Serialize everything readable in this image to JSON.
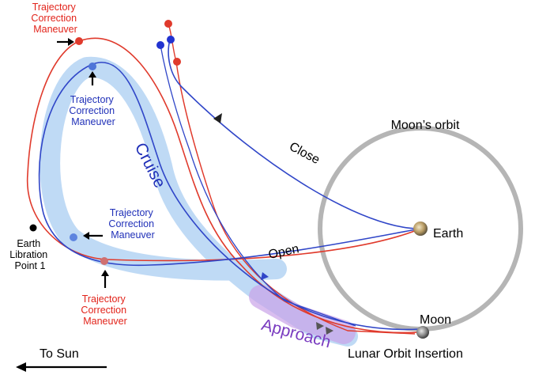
{
  "labels": {
    "tcm_red_top": [
      "Trajectory",
      "Correction",
      "Maneuver"
    ],
    "tcm_blue_top": [
      "Trajectory",
      "Correction",
      "Maneuver"
    ],
    "tcm_blue_mid": [
      "Trajectory",
      "Correction",
      "Maneuver"
    ],
    "tcm_red_bottom": [
      "Trajectory",
      "Correction",
      "Maneuver"
    ],
    "libration_point": [
      "Earth",
      "Libration",
      "Point 1"
    ],
    "moons_orbit": "Moon’s orbit",
    "close": "Close",
    "open": "Open",
    "cruise": "Cruise",
    "approach": "Approach",
    "earth": "Earth",
    "moon": "Moon",
    "lunar_orbit_insertion": "Lunar Orbit Insertion",
    "to_sun": "To Sun"
  },
  "colors": {
    "red_trajectory": "#e03a2c",
    "blue_trajectory": "#3046c8",
    "cruise_highlight": "#a9cdf1",
    "approach_highlight": "#c9a3e8",
    "moon_orbit": "#b5b5b5",
    "red_text": "#e2231a",
    "blue_text": "#2030b8",
    "purple_text": "#7a3cc0"
  },
  "icons": {
    "earth": "earth-icon",
    "moon": "moon-icon",
    "arrow": "pointer-arrow-icon"
  }
}
